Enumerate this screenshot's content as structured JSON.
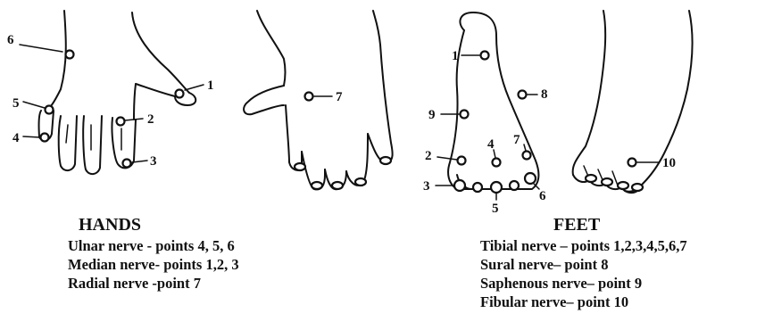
{
  "hands": {
    "title": "HANDS",
    "legend": [
      "Ulnar nerve - points 4, 5, 6",
      "Median nerve- points 1,2, 3",
      "Radial nerve -point 7"
    ],
    "point_labels": [
      "1",
      "2",
      "3",
      "4",
      "5",
      "6",
      "7"
    ]
  },
  "feet": {
    "title": "FEET",
    "legend": [
      "Tibial nerve – points 1,2,3,4,5,6,7",
      "Sural nerve– point 8",
      "Saphenous nerve– point 9",
      "Fibular nerve– point 10"
    ],
    "point_labels": [
      "1",
      "2",
      "3",
      "4",
      "5",
      "6",
      "7",
      "8",
      "9",
      "10"
    ]
  }
}
